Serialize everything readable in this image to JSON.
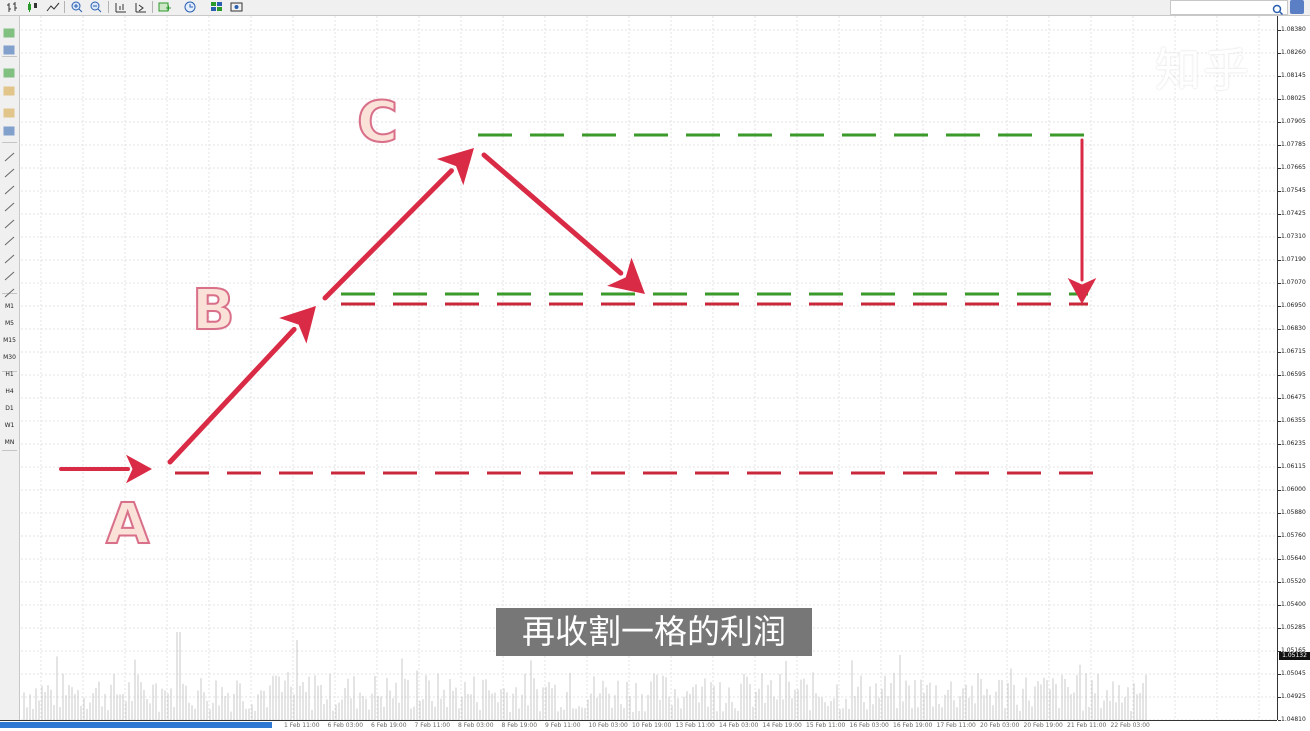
{
  "toolbar": {
    "icons": [
      "bar-chart-icon",
      "candlestick-icon",
      "line-chart-icon",
      "zoom-in-icon",
      "zoom-out-icon",
      "period-separator-icon",
      "add-indicator-icon",
      "clock-icon",
      "templates-icon",
      "screenshot-icon"
    ],
    "search_placeholder": ""
  },
  "left_panel": {
    "timeframes": [
      "M1",
      "M5",
      "M15",
      "M30",
      "H1",
      "H4",
      "D1",
      "W1",
      "MN"
    ]
  },
  "price_axis": {
    "ticks": [
      "1.08380",
      "1.08260",
      "1.08145",
      "1.08025",
      "1.07905",
      "1.07785",
      "1.07665",
      "1.07545",
      "1.07425",
      "1.07310",
      "1.07190",
      "1.07070",
      "1.06950",
      "1.06830",
      "1.06715",
      "1.06595",
      "1.06475",
      "1.06355",
      "1.06235",
      "1.06115",
      "1.06000",
      "1.05880",
      "1.05760",
      "1.05640",
      "1.05520",
      "1.05400",
      "1.05285",
      "1.05165",
      "1.05045",
      "1.04925",
      "1.04810"
    ],
    "current_price": "1.05132"
  },
  "time_axis": {
    "ticks": [
      "1 Feb 11:00",
      "6 Feb 03:00",
      "6 Feb 19:00",
      "7 Feb 11:00",
      "8 Feb 03:00",
      "8 Feb 19:00",
      "9 Feb 11:00",
      "10 Feb 03:00",
      "10 Feb 19:00",
      "13 Feb 11:00",
      "14 Feb 03:00",
      "14 Feb 19:00",
      "15 Feb 11:00",
      "16 Feb 03:00",
      "16 Feb 19:00",
      "17 Feb 11:00",
      "20 Feb 03:00",
      "20 Feb 19:00",
      "21 Feb 11:00",
      "22 Feb 03:00"
    ]
  },
  "labels": {
    "a": "A",
    "b": "B",
    "c": "C"
  },
  "subtitle": "再收割一格的利润",
  "watermark": "知乎",
  "colors": {
    "arrow": "#d92b45",
    "green_line": "#3a9a2a",
    "red_line": "#c8283a",
    "grid": "#e3e3e3",
    "volume": "#c8c8c8"
  }
}
